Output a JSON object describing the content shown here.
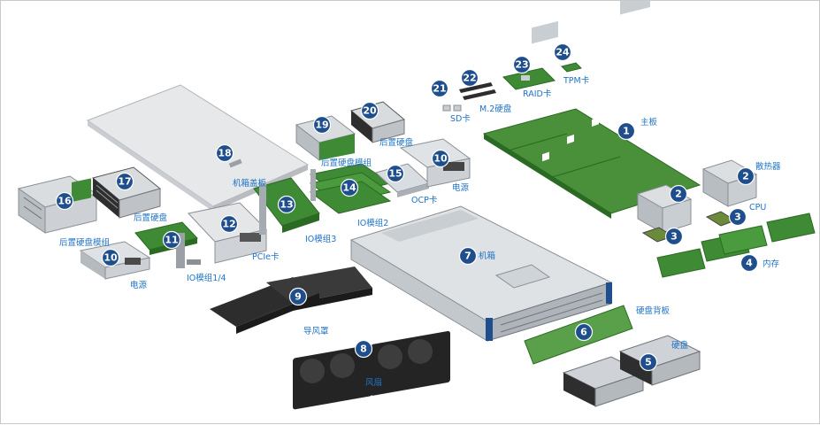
{
  "colors": {
    "callout": "#1f4e8c",
    "label": "#1f74c8",
    "pcb_green": "#4a8f3a",
    "metal": "#c8ccd0",
    "dark_plastic": "#2d2d2d"
  },
  "parts": [
    {
      "num": "1",
      "label": "主板"
    },
    {
      "num": "2",
      "label": "散热器"
    },
    {
      "num": "3",
      "label": "CPU"
    },
    {
      "num": "4",
      "label": "内存"
    },
    {
      "num": "5",
      "label": "硬盘"
    },
    {
      "num": "6",
      "label": "硬盘背板"
    },
    {
      "num": "7",
      "label": "机箱"
    },
    {
      "num": "8",
      "label": "风扇"
    },
    {
      "num": "9",
      "label": "导风罩"
    },
    {
      "num": "10",
      "label": "电源"
    },
    {
      "num": "11",
      "label": "IO模组1/4"
    },
    {
      "num": "12",
      "label": "PCIe卡"
    },
    {
      "num": "13",
      "label": "IO模组3"
    },
    {
      "num": "14",
      "label": "IO模组2"
    },
    {
      "num": "15",
      "label": "OCP卡"
    },
    {
      "num": "16",
      "label": "后置硬盘模组"
    },
    {
      "num": "17",
      "label": "后置硬盘"
    },
    {
      "num": "18",
      "label": "机箱盖板"
    },
    {
      "num": "19",
      "label": "后置硬盘模组"
    },
    {
      "num": "20",
      "label": "后置硬盘"
    },
    {
      "num": "21",
      "label": "SD卡"
    },
    {
      "num": "22",
      "label": "M.2硬盘"
    },
    {
      "num": "23",
      "label": "RAID卡"
    },
    {
      "num": "24",
      "label": "TPM卡"
    }
  ]
}
